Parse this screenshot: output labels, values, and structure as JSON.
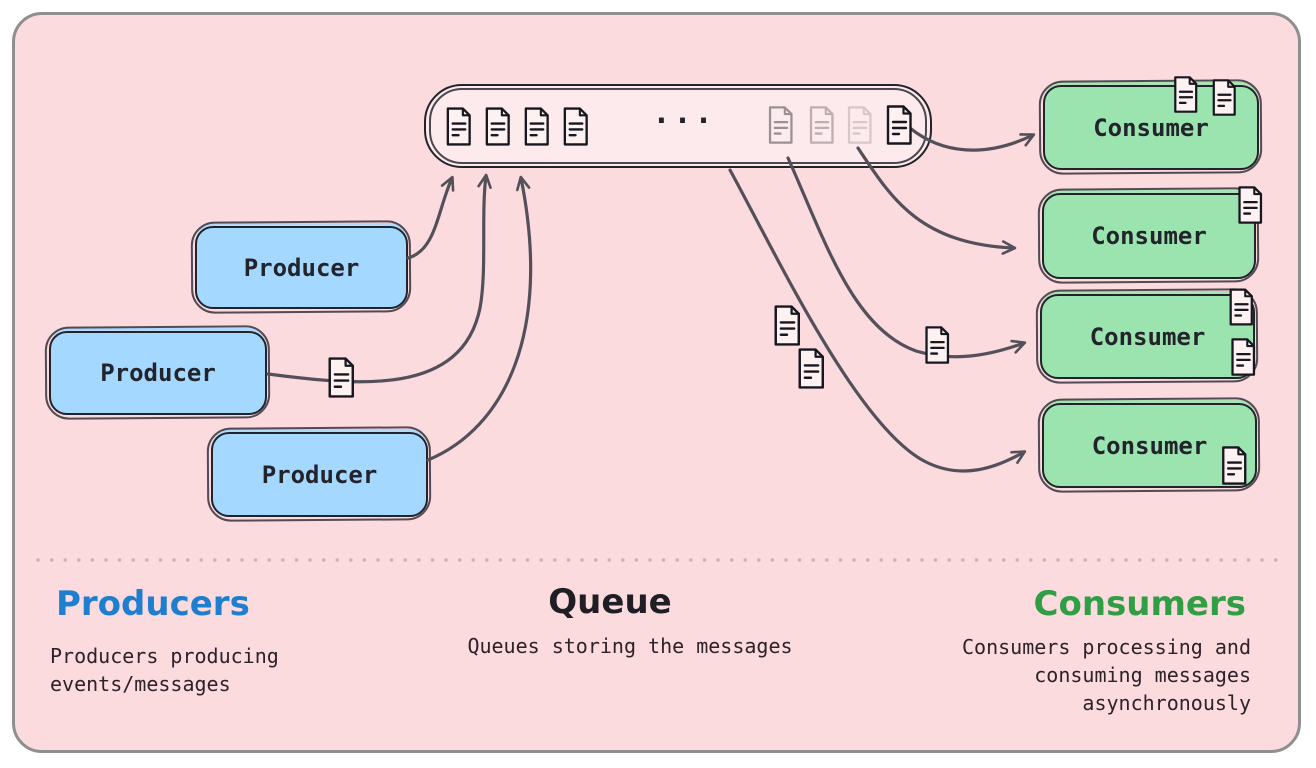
{
  "producers": {
    "heading": "Producers",
    "description": "Producers producing\nevents/messages",
    "items": [
      {
        "label": "Producer"
      },
      {
        "label": "Producer"
      },
      {
        "label": "Producer"
      }
    ]
  },
  "queue": {
    "heading": "Queue",
    "description": "Queues storing the messages",
    "ellipsis": "...",
    "message_icons": {
      "left_solid": 4,
      "faded": 3,
      "right_solid": 1
    }
  },
  "consumers": {
    "heading": "Consumers",
    "description": "Consumers processing and\nconsuming messages\nasynchronously",
    "items": [
      {
        "label": "Consumer"
      },
      {
        "label": "Consumer"
      },
      {
        "label": "Consumer"
      },
      {
        "label": "Consumer"
      }
    ]
  },
  "colors": {
    "canvas_background": "#fbdbde",
    "frame_border": "#8f8f8f",
    "queue_fill": "#fdeaec",
    "producer_fill": "#a5d8ff",
    "consumer_fill": "#9be3af",
    "shape_stroke": "#23232b",
    "arrow": "#53505a",
    "producers_heading": "#1e7ed0",
    "queue_heading": "#1e1e24",
    "consumers_heading": "#2f9e44",
    "description_text": "#2d2228"
  }
}
